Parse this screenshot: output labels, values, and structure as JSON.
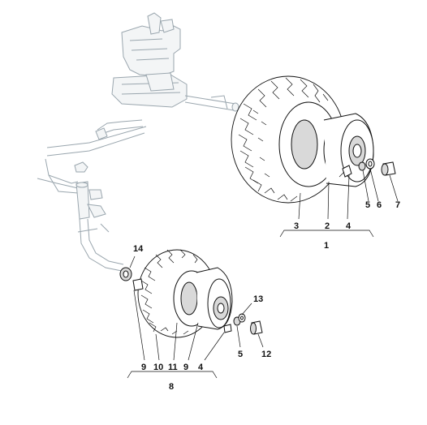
{
  "labels": {
    "l1": "1",
    "l2": "2",
    "l3": "3",
    "l4a": "4",
    "l5a": "5",
    "l6": "6",
    "l7": "7",
    "l8": "8",
    "l9a": "9",
    "l10": "10",
    "l11": "11",
    "l9b": "9",
    "l4b": "4",
    "l5b": "5",
    "l12": "12",
    "l13": "13",
    "l14": "14"
  }
}
